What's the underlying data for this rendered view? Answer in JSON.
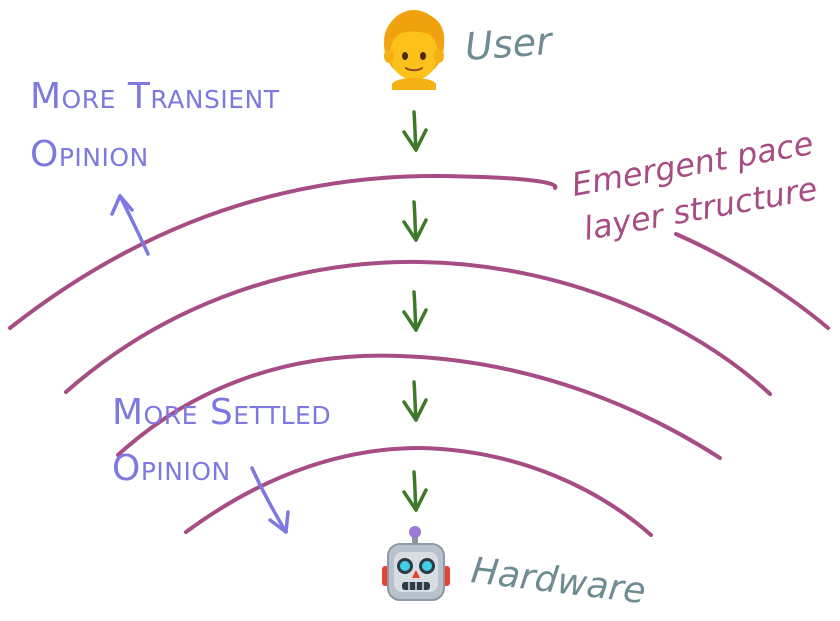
{
  "labels": {
    "user": "User",
    "hardware": "Hardware",
    "transient_line1": "More Transient",
    "transient_line2": "Opinion",
    "settled_line1": "More Settled",
    "settled_line2": "Opinion",
    "emergent_line1": "Emergent pace",
    "emergent_line2": "layer structure"
  },
  "icons": {
    "user": "person-emoji-icon",
    "hardware": "robot-emoji-icon"
  },
  "colors": {
    "arc": "#a64d84",
    "down_arrow": "#3f7a2a",
    "opinion_text": "#7f78e0",
    "endpoint_text": "#6f8c93",
    "emergent_text": "#a64d84"
  }
}
